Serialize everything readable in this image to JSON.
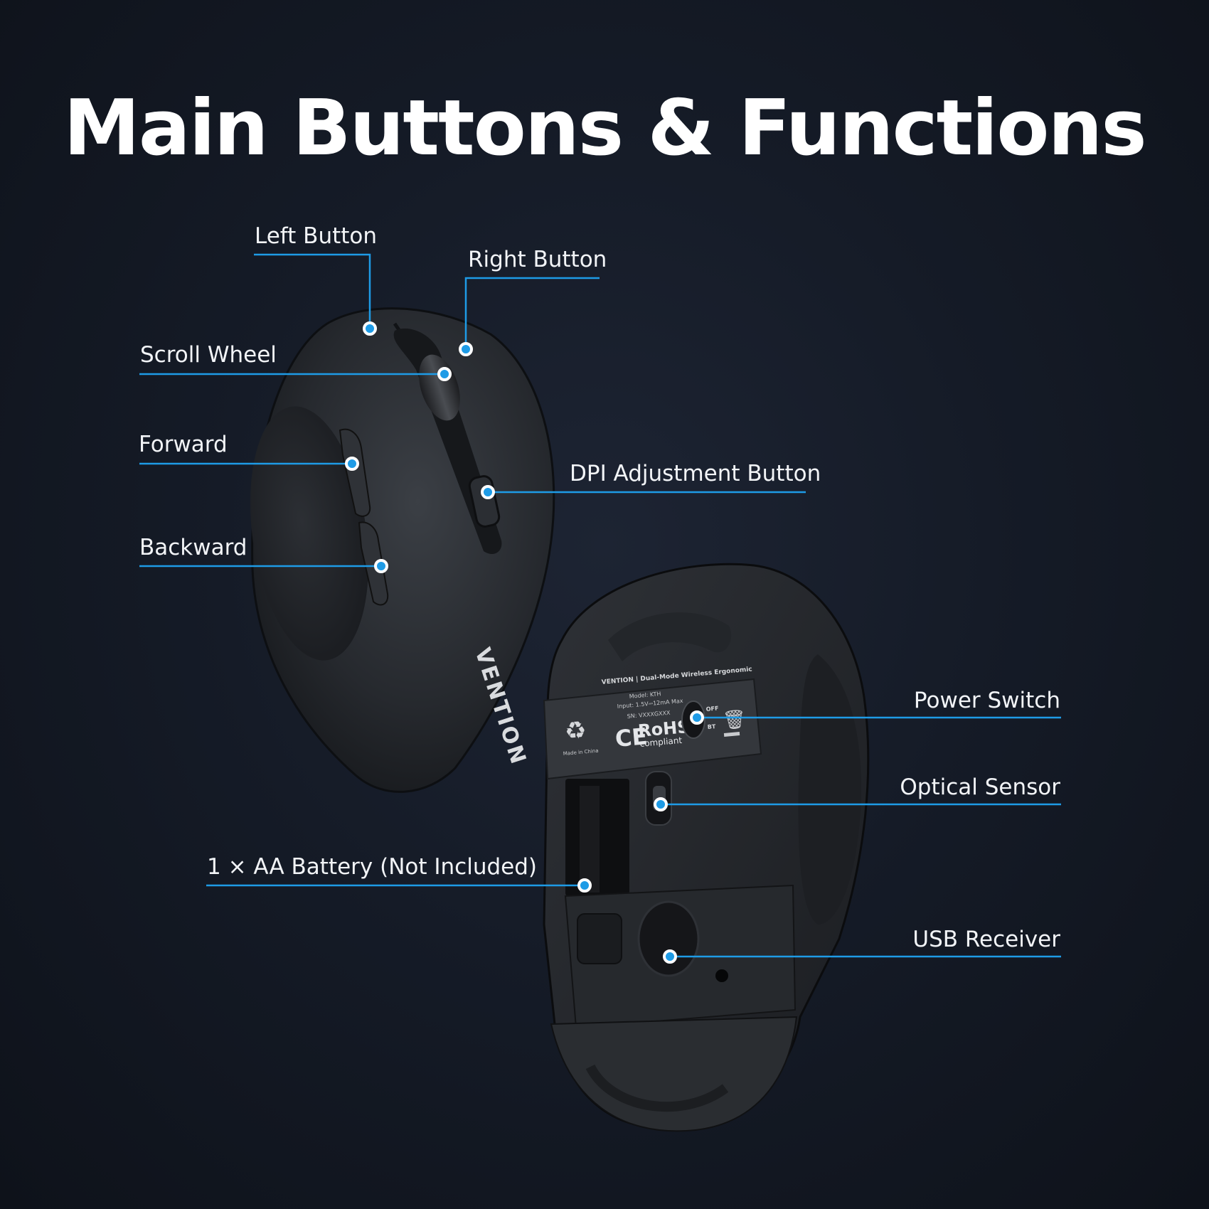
{
  "title": "Main Buttons & Functions",
  "brand": "VENTION",
  "colors": {
    "background": "#141a25",
    "accent": "#1e9be6",
    "text": "#ffffff",
    "mouse_body": "#2a2d31"
  },
  "callouts": {
    "left_button": "Left Button",
    "right_button": "Right Button",
    "scroll_wheel": "Scroll Wheel",
    "forward": "Forward",
    "dpi_button": "DPI Adjustment Button",
    "backward": "Backward",
    "power_switch": "Power Switch",
    "optical_sensor": "Optical Sensor",
    "battery": "1 × AA Battery (Not Included)",
    "usb_receiver": "USB Receiver"
  },
  "underside_label": {
    "product_line": "VENTION | Dual-Mode Wireless Ergonomic",
    "model": "Model: KTH",
    "input": "Input: 1.5V⎓12mA Max",
    "sn": "SN: VXXXGXXX",
    "made_in": "Made in China",
    "rohs": "RoHS",
    "compliant": "compliant",
    "ce": "CE",
    "switch_off": "OFF",
    "switch_bt": "BT"
  }
}
